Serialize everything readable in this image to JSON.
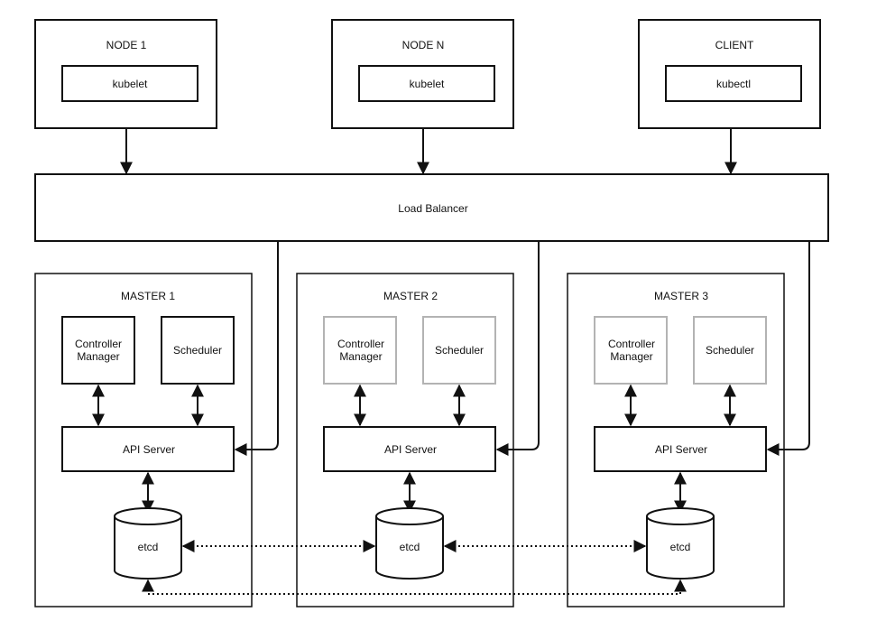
{
  "nodes": [
    {
      "title": "NODE 1",
      "agent": "kubelet"
    },
    {
      "title": "NODE N",
      "agent": "kubelet"
    },
    {
      "title": "CLIENT",
      "agent": "kubectl"
    }
  ],
  "load_balancer": {
    "label": "Load Balancer"
  },
  "masters": [
    {
      "title": "MASTER 1",
      "controller_line1": "Controller",
      "controller_line2": "Manager",
      "scheduler": "Scheduler",
      "api_server": "API Server",
      "etcd": "etcd",
      "components_active": true
    },
    {
      "title": "MASTER 2",
      "controller_line1": "Controller",
      "controller_line2": "Manager",
      "scheduler": "Scheduler",
      "api_server": "API Server",
      "etcd": "etcd",
      "components_active": false
    },
    {
      "title": "MASTER 3",
      "controller_line1": "Controller",
      "controller_line2": "Manager",
      "scheduler": "Scheduler",
      "api_server": "API Server",
      "etcd": "etcd",
      "components_active": false
    }
  ],
  "colors": {
    "line": "#111111",
    "inactive_border": "#b3b3b3",
    "background": "#ffffff"
  }
}
